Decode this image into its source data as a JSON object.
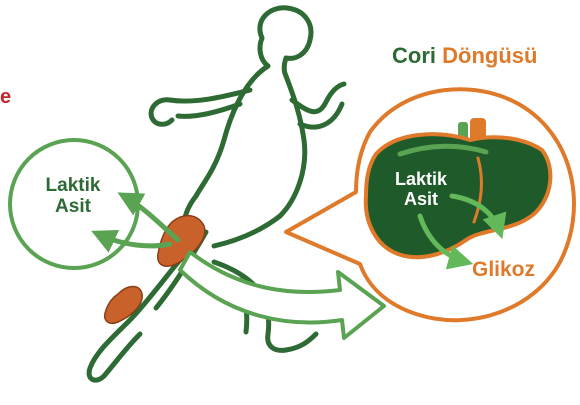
{
  "title": {
    "part1": "Cori",
    "part2": "Döngüsü"
  },
  "left_circle": {
    "line1": "Laktik",
    "line2": "Asit"
  },
  "liver_circle": {
    "line1": "Laktik",
    "line2": "Asit",
    "product": "Glikoz"
  },
  "edge_fragment": "e",
  "colors": {
    "dark_green": "#2e6b34",
    "light_green": "#5aa352",
    "liver_green": "#1f5a2a",
    "orange": "#e07a2b",
    "muscle": "#c8622a",
    "fragment_red": "#c2272d"
  }
}
